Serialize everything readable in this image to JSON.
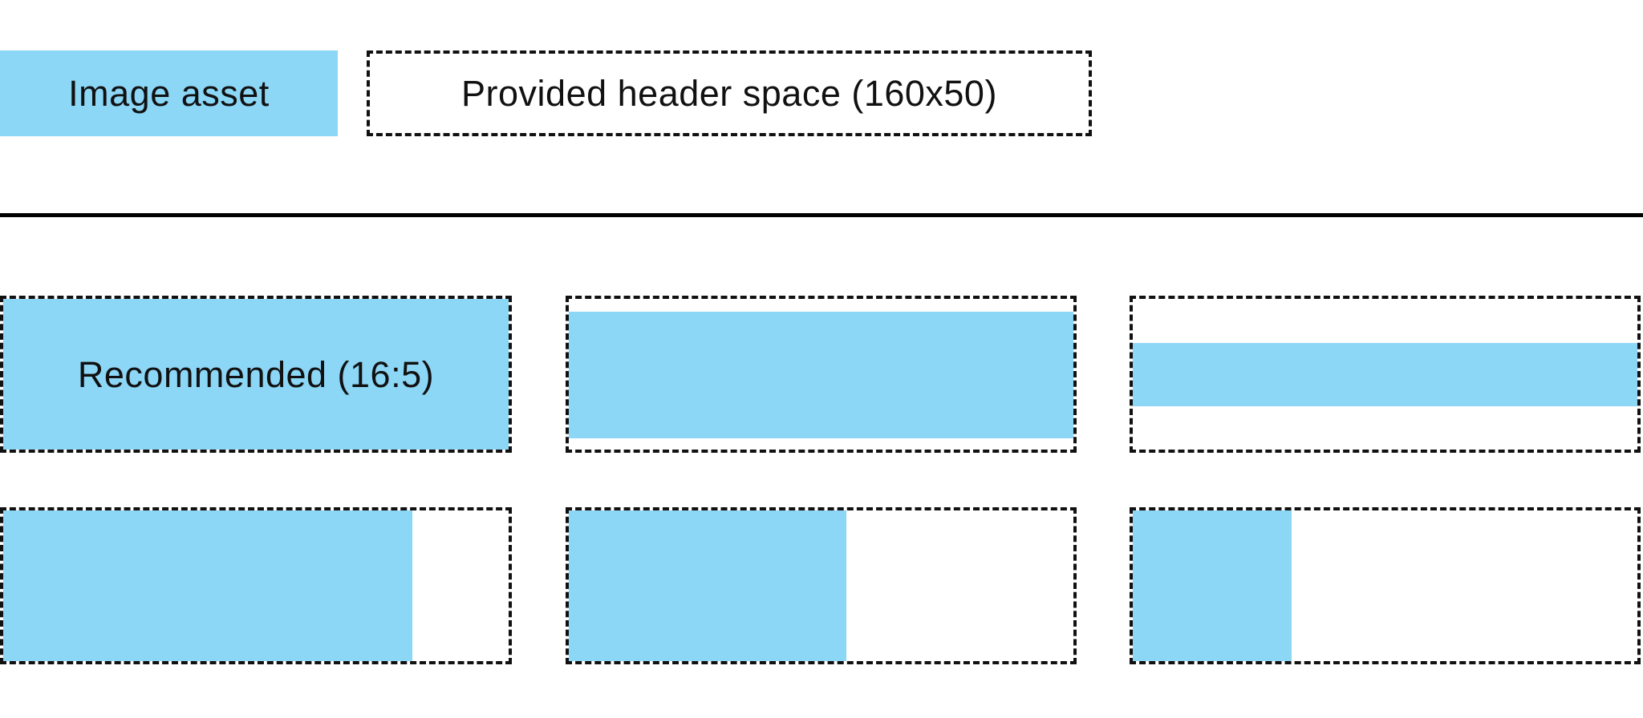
{
  "colors": {
    "asset_blue": "#8CD6F6",
    "border_black": "#111111",
    "divider_black": "#000000",
    "background": "#ffffff"
  },
  "legend": {
    "image_asset_label": "Image asset",
    "header_space_label": "Provided header space (160x50)"
  },
  "examples": {
    "grid": [
      {
        "id": "row1-col1",
        "label": "Recommended (16:5)",
        "blue": {
          "left_pct": 0,
          "top_pct": 0,
          "width_pct": 100,
          "height_pct": 100
        }
      },
      {
        "id": "row1-col2",
        "label": "",
        "blue": {
          "left_pct": 0,
          "top_pct": 8.5,
          "width_pct": 100,
          "height_pct": 84
        }
      },
      {
        "id": "row1-col3",
        "label": "",
        "blue": {
          "left_pct": 0,
          "top_pct": 29,
          "width_pct": 100,
          "height_pct": 42.5
        }
      },
      {
        "id": "row2-col1",
        "label": "",
        "blue": {
          "left_pct": 0,
          "top_pct": 0,
          "width_pct": 81,
          "height_pct": 100
        }
      },
      {
        "id": "row2-col2",
        "label": "",
        "blue": {
          "left_pct": 0,
          "top_pct": 0,
          "width_pct": 55,
          "height_pct": 100
        }
      },
      {
        "id": "row2-col3",
        "label": "",
        "blue": {
          "left_pct": 0,
          "top_pct": 0,
          "width_pct": 31.5,
          "height_pct": 100
        }
      }
    ]
  }
}
